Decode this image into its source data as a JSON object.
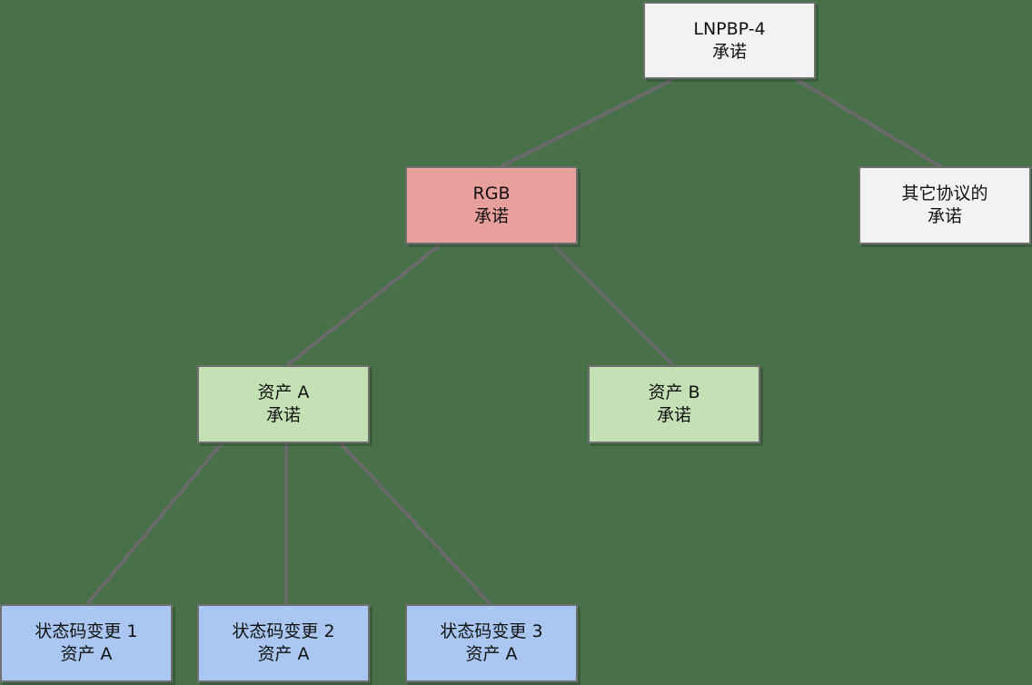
{
  "colors": {
    "background": "#48714a",
    "edge": "#6a6a6a",
    "white_fill": "#f2f2f2",
    "red_fill": "#e8a09c",
    "green_fill": "#c3e1b5",
    "blue_fill": "#a9c7f0",
    "border": "#6f6f6f"
  },
  "nodes": {
    "lnpbp": {
      "line1": "LNPBP-4",
      "line2": "承诺",
      "fill": "#f2f2f2"
    },
    "rgb": {
      "line1": "RGB",
      "line2": "承诺",
      "fill": "#e8a09c"
    },
    "other": {
      "line1": "其它协议的",
      "line2": "承诺",
      "fill": "#f2f2f2"
    },
    "asset_a": {
      "line1": "资产 A",
      "line2": "承诺",
      "fill": "#c3e1b5"
    },
    "asset_b": {
      "line1": "资产 B",
      "line2": "承诺",
      "fill": "#c3e1b5"
    },
    "state_1": {
      "line1": "状态码变更 1",
      "line2": "资产 A",
      "fill": "#a9c7f0"
    },
    "state_2": {
      "line1": "状态码变更 2",
      "line2": "资产 A",
      "fill": "#a9c7f0"
    },
    "state_3": {
      "line1": "状态码变更 3",
      "line2": "资产 A",
      "fill": "#a9c7f0"
    }
  },
  "edges": [
    {
      "from": "lnpbp",
      "to": "rgb"
    },
    {
      "from": "lnpbp",
      "to": "other"
    },
    {
      "from": "rgb",
      "to": "asset_a"
    },
    {
      "from": "rgb",
      "to": "asset_b"
    },
    {
      "from": "asset_a",
      "to": "state_1"
    },
    {
      "from": "asset_a",
      "to": "state_2"
    },
    {
      "from": "asset_a",
      "to": "state_3"
    }
  ]
}
